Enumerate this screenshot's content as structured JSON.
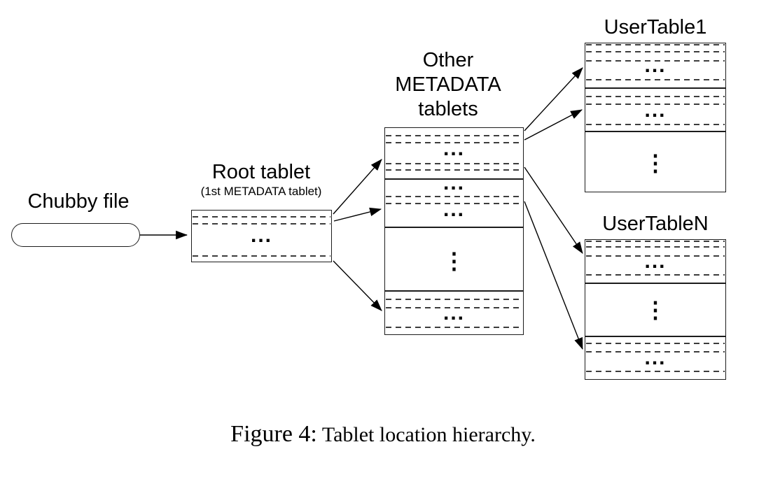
{
  "figure": {
    "caption_label": "Figure 4:",
    "caption_text": " Tablet location hierarchy."
  },
  "nodes": {
    "chubby": {
      "label": "Chubby file"
    },
    "root": {
      "label": "Root tablet",
      "sublabel": "(1st METADATA tablet)"
    },
    "metadata": {
      "label_line1": "Other",
      "label_line2": "METADATA",
      "label_line3": "tablets"
    },
    "usertable1": {
      "label": "UserTable1"
    },
    "usertableN": {
      "label": "UserTableN"
    }
  },
  "glyphs": {
    "row_ellipsis": "...",
    "vertical_ellipsis": "⋮"
  },
  "colors": {
    "line": "#000000",
    "dash": "#3c3c3c",
    "background": "#ffffff"
  }
}
